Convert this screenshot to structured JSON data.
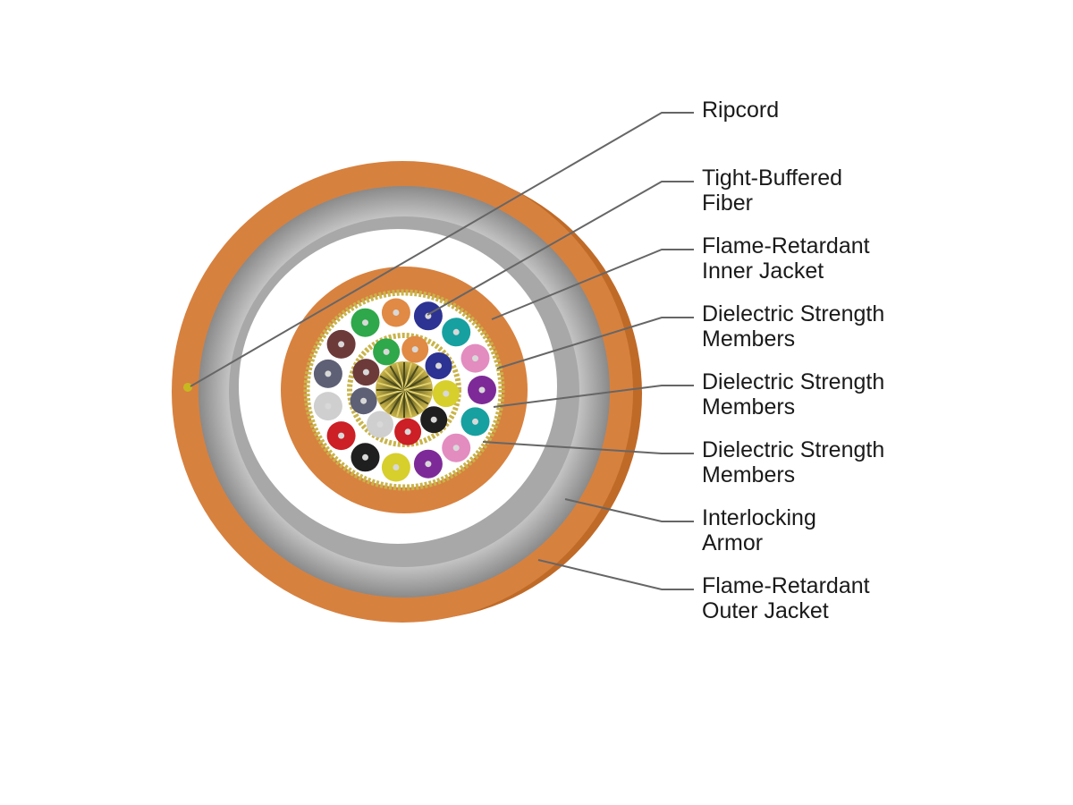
{
  "labels": [
    {
      "lines": [
        "Ripcord"
      ]
    },
    {
      "lines": [
        "Tight-Buffered",
        "Fiber"
      ]
    },
    {
      "lines": [
        "Flame-Retardant",
        "Inner Jacket"
      ]
    },
    {
      "lines": [
        "Dielectric Strength",
        "Members"
      ]
    },
    {
      "lines": [
        "Dielectric Strength",
        "Members"
      ]
    },
    {
      "lines": [
        "Dielectric Strength",
        "Members"
      ]
    },
    {
      "lines": [
        "Interlocking",
        "Armor"
      ]
    },
    {
      "lines": [
        "Flame-Retardant",
        "Outer Jacket"
      ]
    }
  ],
  "colors": {
    "outer_jacket": "#d7813f",
    "outer_jacket_side": "#c46f2c",
    "armor": "#9a9a9a",
    "armor_light": "#bdbdbd",
    "inner_jacket": "#d8823f",
    "strength_members": "#c9b44a",
    "leader_line": "#666666"
  },
  "fiber_colors": {
    "outer_ring": [
      "#2ea84a",
      "#e08a45",
      "#2d3392",
      "#17a0a0",
      "#e38cc0",
      "#7d2a98",
      "#17a0a0",
      "#e38cc0",
      "#7d2a98",
      "#d7cf2c",
      "#1f1f1f",
      "#cc1f26",
      "#cfcfcf",
      "#5e6075",
      "#6d3a3a"
    ],
    "inner_ring": [
      "#2ea84a",
      "#e08a45",
      "#2d3392",
      "#d7cf2c",
      "#1f1f1f",
      "#cc1f26",
      "#cfcfcf",
      "#5e6075",
      "#6d3a3a"
    ]
  }
}
